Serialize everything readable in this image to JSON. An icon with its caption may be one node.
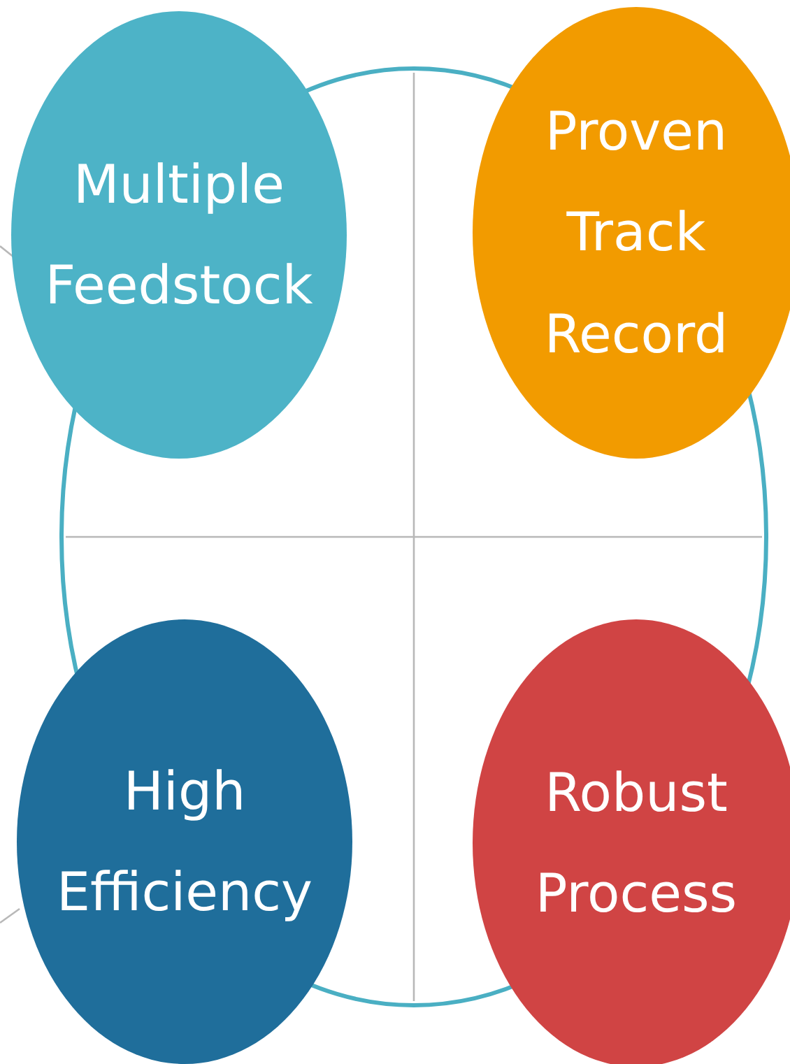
{
  "diagram": {
    "nodes": [
      {
        "text": [],
        "shape": "circle"
      },
      {
        "text": [
          "Multiple Feedstock"
        ]
      },
      {
        "text": [
          "Proven Track Record"
        ]
      },
      {
        "text": [
          "High Efficiency"
        ]
      },
      {
        "text": [
          "Robust Process"
        ]
      }
    ]
  }
}
